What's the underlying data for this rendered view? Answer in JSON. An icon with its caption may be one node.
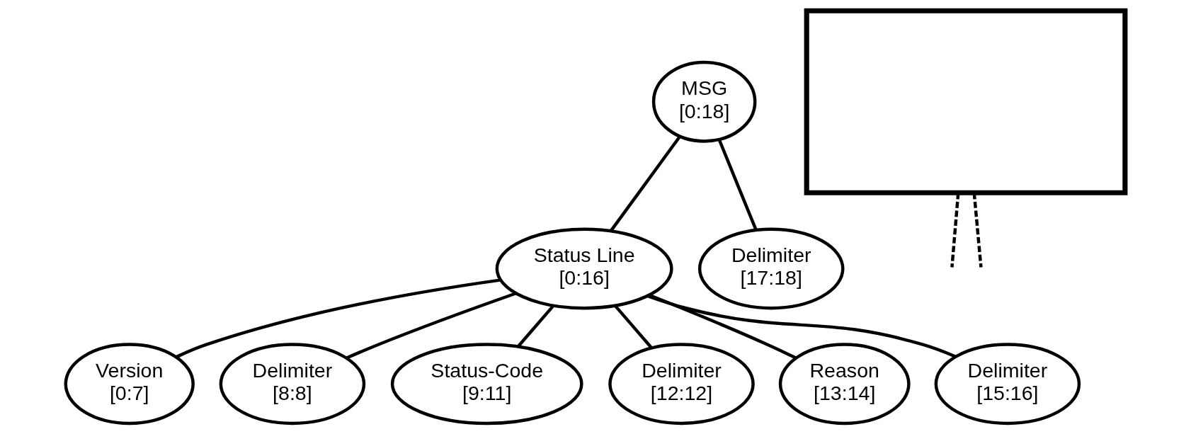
{
  "diagram": {
    "nodes": [
      {
        "text": [
          "MSG",
          "[0:18]"
        ]
      },
      {
        "text": [
          "Status Line",
          "[0:16]"
        ]
      },
      {
        "text": [
          "Delimiter",
          "[17:18]"
        ]
      },
      {
        "text": [
          "Version",
          "[0:7]"
        ]
      },
      {
        "text": [
          "Delimiter",
          "[8:8]"
        ]
      },
      {
        "text": [
          "Status-Code",
          "[9:11]"
        ]
      },
      {
        "text": [
          "Delimiter",
          "[12:12]"
        ]
      },
      {
        "text": [
          "Reason",
          "[13:14]"
        ]
      },
      {
        "text": [
          "Delimiter",
          "[15:16]"
        ]
      },
      {
        "text": [],
        "shape": "box"
      }
    ],
    "edges": [
      {
        "from": 0,
        "to": 1,
        "arrow": "none"
      },
      {
        "from": 0,
        "to": 2,
        "arrow": "none"
      },
      {
        "from": 1,
        "to": 3,
        "arrow": "none"
      },
      {
        "from": 1,
        "to": 4,
        "arrow": "none"
      },
      {
        "from": 1,
        "to": 5,
        "arrow": "none"
      },
      {
        "from": 1,
        "to": 6,
        "arrow": "none"
      },
      {
        "from": 1,
        "to": 7,
        "arrow": "none"
      },
      {
        "from": 1,
        "to": 8,
        "arrow": "none"
      },
      {
        "from": 9,
        "to": null,
        "arrow": "none",
        "style": "dashed"
      },
      {
        "from": 9,
        "to": null,
        "arrow": "none",
        "style": "dashed"
      }
    ]
  }
}
